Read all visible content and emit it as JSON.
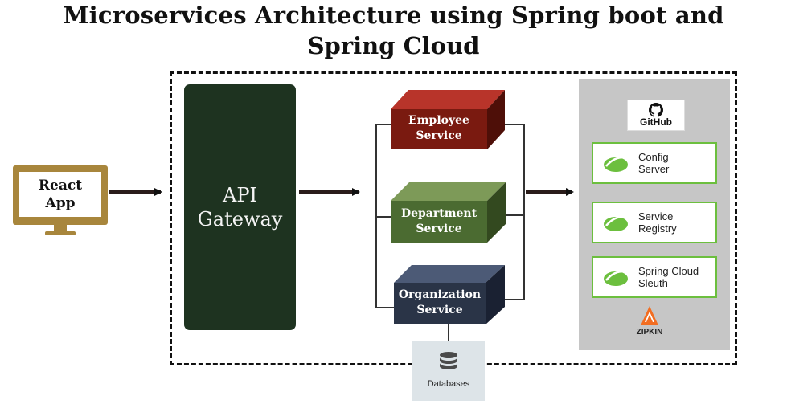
{
  "title": {
    "line1": "Microservices Architecture using Spring boot and",
    "line2": "Spring Cloud"
  },
  "client": {
    "line1": "React",
    "line2": "App"
  },
  "gateway": {
    "line1": "API",
    "line2": "Gateway"
  },
  "services": [
    {
      "line1": "Employee",
      "line2": "Service",
      "color": "#7a1a10"
    },
    {
      "line1": "Department",
      "line2": "Service",
      "color": "#4b6b31"
    },
    {
      "line1": "Organization",
      "line2": "Service",
      "color": "#2a3447"
    }
  ],
  "database": {
    "label": "Databases"
  },
  "cloud": {
    "github": "GitHub",
    "components": [
      {
        "line1": "Config",
        "line2": "Server"
      },
      {
        "line1": "Service",
        "line2": "Registry"
      },
      {
        "line1": "Spring Cloud",
        "line2": "Sleuth"
      }
    ],
    "zipkin": "ZIPKIN"
  },
  "colors": {
    "gateway": "#1e3320",
    "monitor": "#a8863c",
    "spring_green": "#6cbf3e",
    "panel": "#c6c6c6",
    "zipkin": "#f26d21"
  }
}
